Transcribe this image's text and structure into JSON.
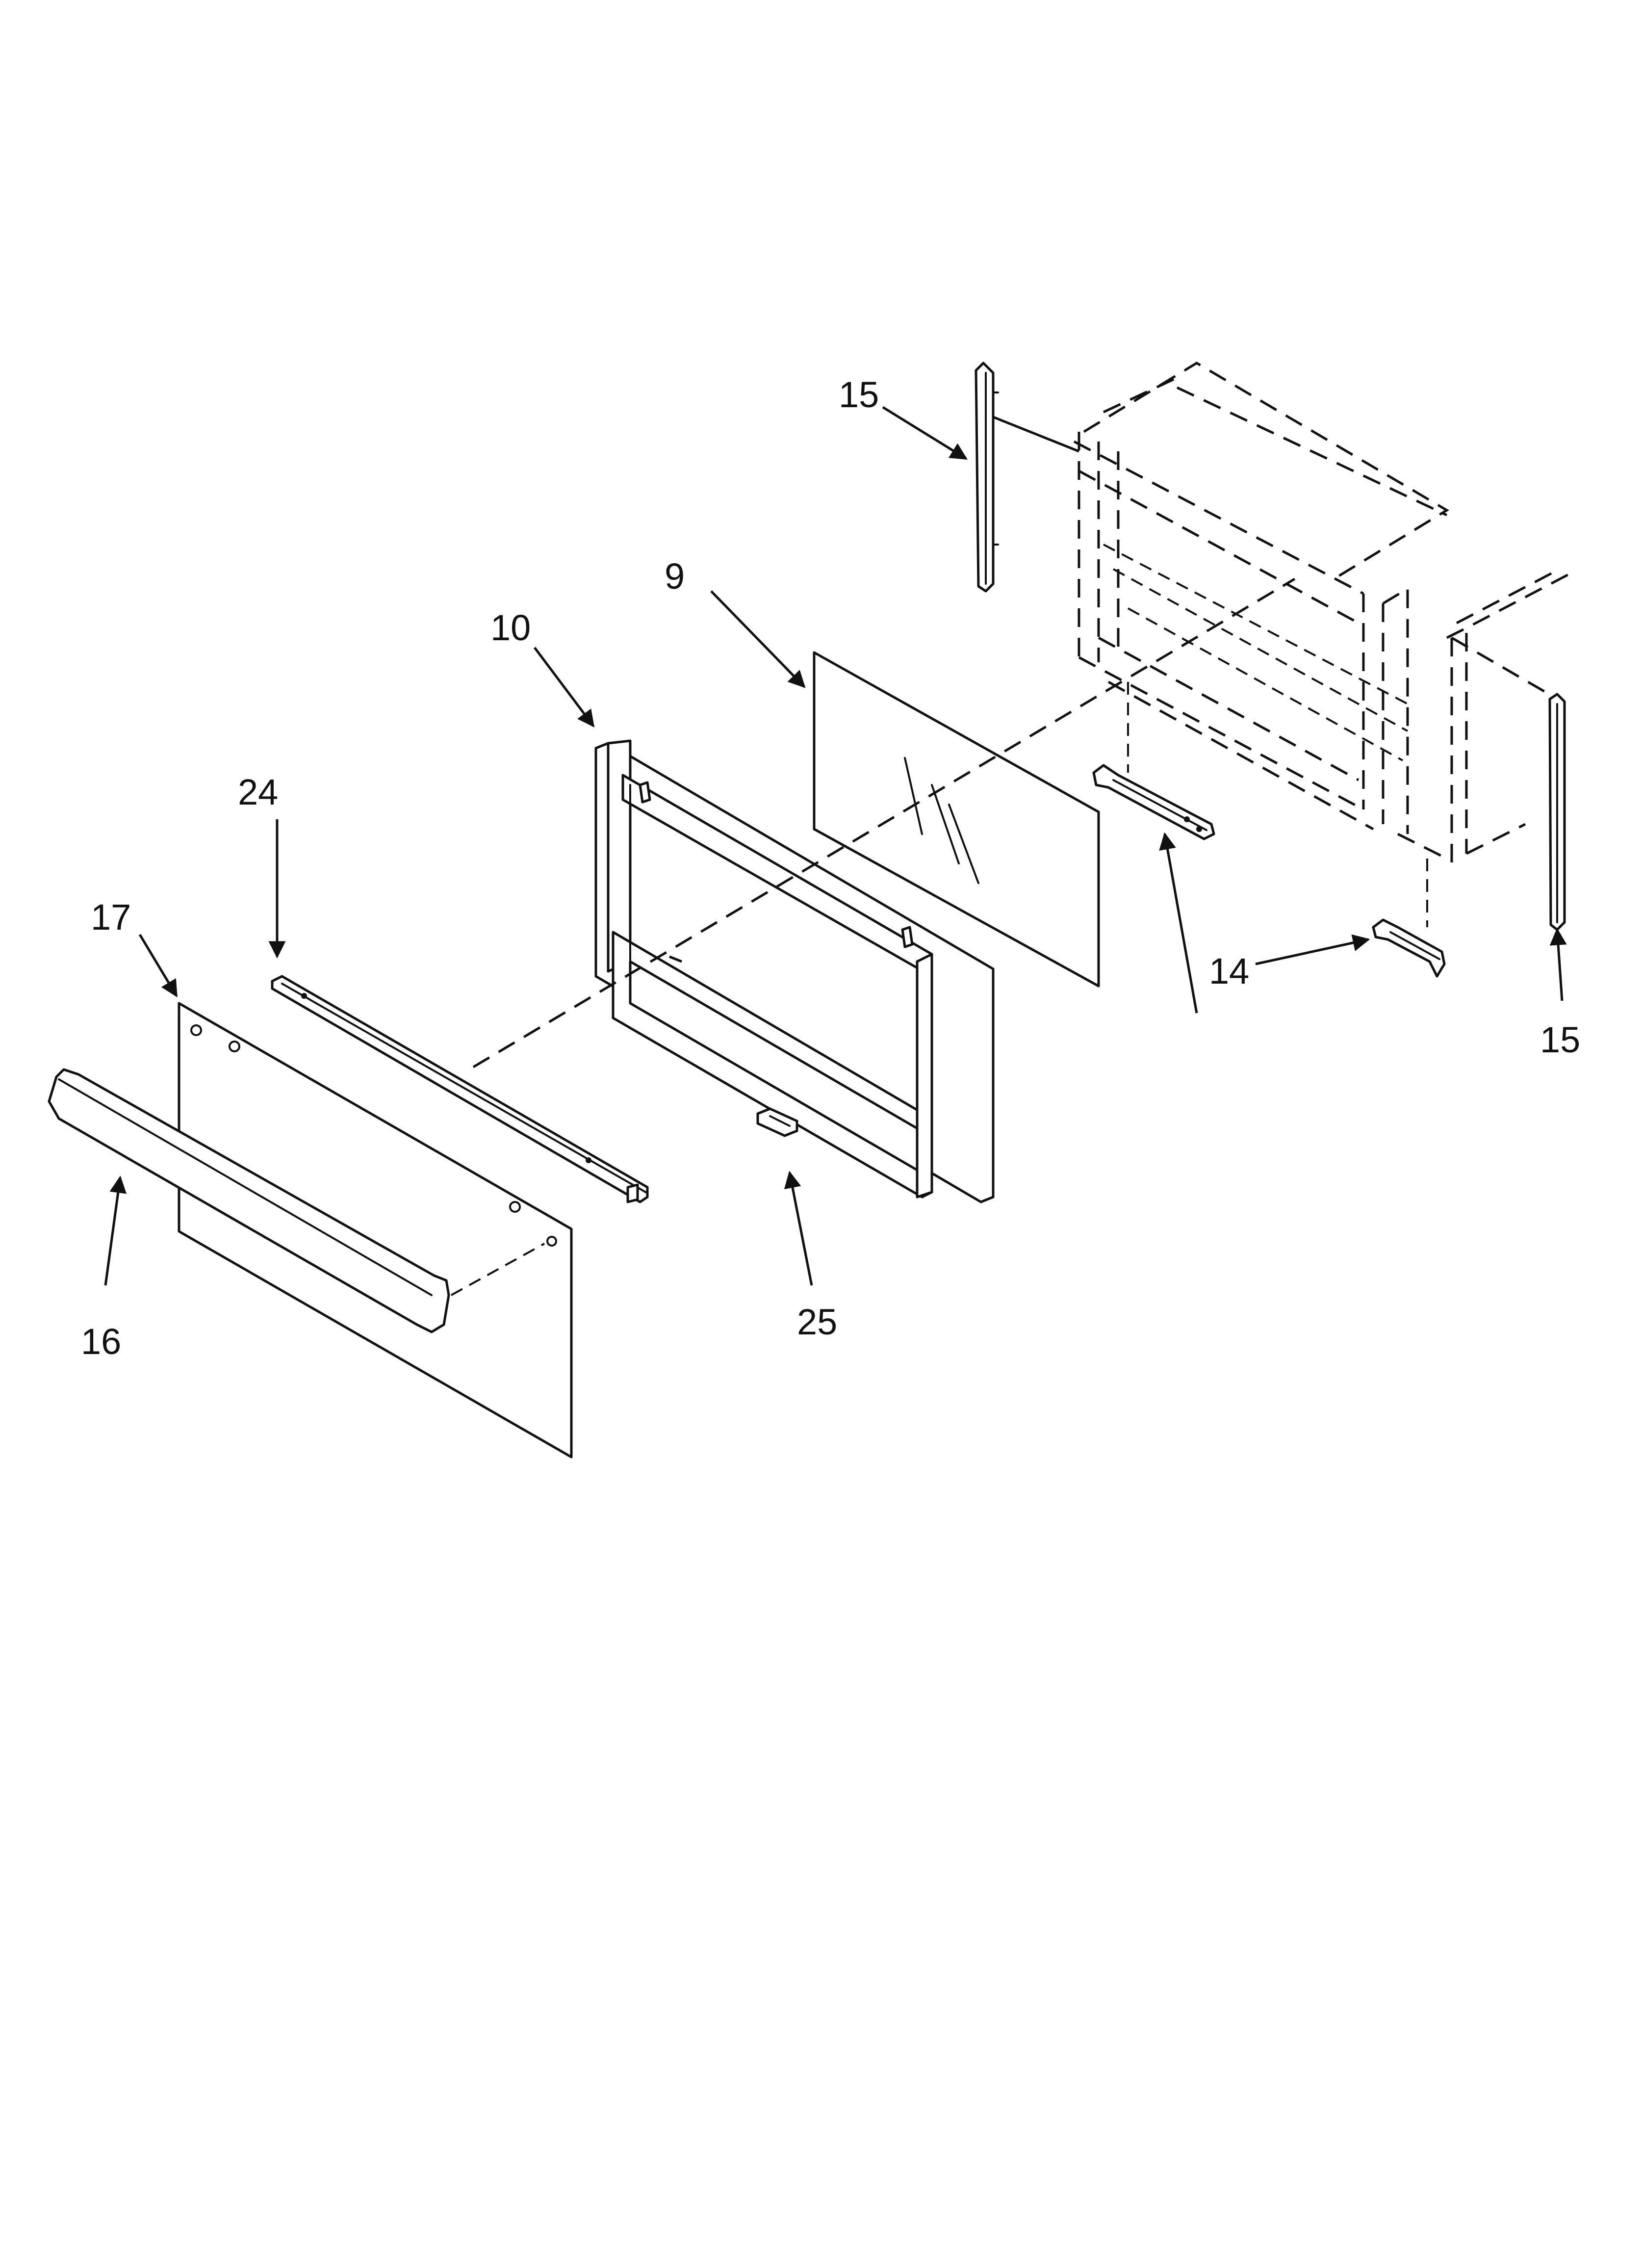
{
  "callouts": {
    "c15_top": "15",
    "c9": "9",
    "c10": "10",
    "c24": "24",
    "c17": "17",
    "c14": "14",
    "c15_right": "15",
    "c16": "16",
    "c25": "25"
  },
  "colors": {
    "line": "#111111",
    "background": "#ffffff"
  }
}
